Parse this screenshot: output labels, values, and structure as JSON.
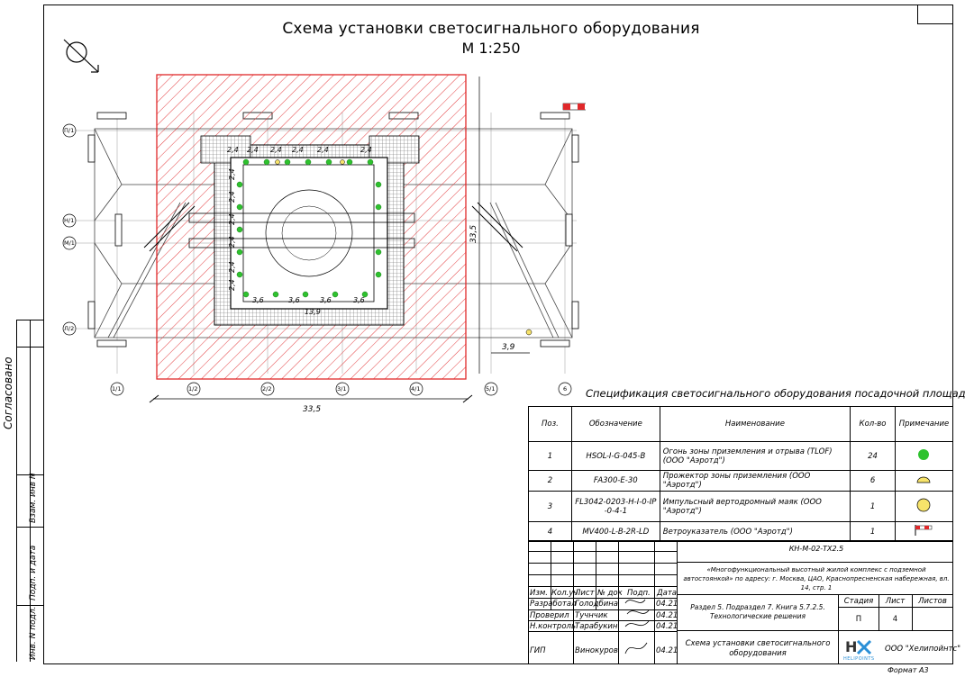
{
  "drawing": {
    "title": "Схема установки светосигнального оборудования",
    "scale": "М 1:250",
    "dims": {
      "width_bottom": "33,5",
      "height_right": "33,5",
      "offset_right": "3,9",
      "inner_bottom": "13,9",
      "spacing_top": "2,4",
      "spacing_bottom": "3,6",
      "spacing_side": "2,4"
    },
    "axes_rows": [
      "П/1",
      "Н/1",
      "М/1",
      "Л/2"
    ],
    "axes_cols": [
      "1/1",
      "1/2",
      "2/2",
      "3/1",
      "4/1",
      "5/1",
      "6"
    ]
  },
  "spec": {
    "title": "Спецификация светосигнального оборудования посадочной площадки",
    "headers": [
      "Поз.",
      "Обозначение",
      "Наименование",
      "Кол-во",
      "Примечание"
    ],
    "rows": [
      {
        "pos": "1",
        "code": "HSOL-I-G-045-B",
        "name": "Огонь зоны приземления и отрыва (TLOF) (ООО \"Аэротд\")",
        "qty": "24",
        "note_icon": "green-circle"
      },
      {
        "pos": "2",
        "code": "FA300-E-30",
        "name": "Прожектор зоны приземления (ООО \"Аэротд\")",
        "qty": "6",
        "note_icon": "half-dome"
      },
      {
        "pos": "3",
        "code": "FL3042-0203-H-I-0-IP -0-4-1",
        "name": "Импульсный вертодромный маяк (ООО \"Аэротд\")",
        "qty": "1",
        "note_icon": "yellow-circle"
      },
      {
        "pos": "4",
        "code": "MV400-L-B-2R-LD",
        "name": "Ветроуказатель (ООО \"Аэротд\")",
        "qty": "1",
        "note_icon": "windsock"
      }
    ]
  },
  "stamp": {
    "code": "КН-М-02-ТХ2.5",
    "project": "«Многофункциональный высотный жилой комплекс с подземной автостоянкой» по адресу: г. Москва, ЦАО, Краснопресненская набережная, вл. 14, стр. 1",
    "section": "Раздел 5. Подраздел 7. Книга 5.7.2.5. Технологические решения",
    "sheet_title": "Схема установки светосигнального оборудования",
    "col_headers": [
      "Изм.",
      "Кол.уч",
      "Лист",
      "№ док",
      "Подп.",
      "Дата"
    ],
    "stage_header": "Стадия",
    "sheet_header": "Лист",
    "sheets_header": "Листов",
    "stage": "П",
    "sheet": "4",
    "roles": [
      {
        "role": "Разработал",
        "name": "Голодбина",
        "date": "04.21"
      },
      {
        "role": "Проверил",
        "name": "Тучнчик",
        "date": "04.21"
      },
      {
        "role": "Н.контроль",
        "name": "Тарабукин",
        "date": "04.21"
      },
      {
        "role": "ГИП",
        "name": "Винокуров",
        "date": "04.21"
      }
    ],
    "company": "ООО \"Хелипойнтс\"",
    "logo_text": "HELIPOINTS",
    "format": "Формат А3"
  },
  "sidebar": {
    "agreed": "Согласовано",
    "vzam": "Взам. инв N",
    "podp": "Подп. и дата",
    "inv": "Инв. N подл."
  },
  "colors": {
    "hatch": "#e0282a",
    "green": "#2ec22e",
    "yellow": "#f7e36a"
  }
}
